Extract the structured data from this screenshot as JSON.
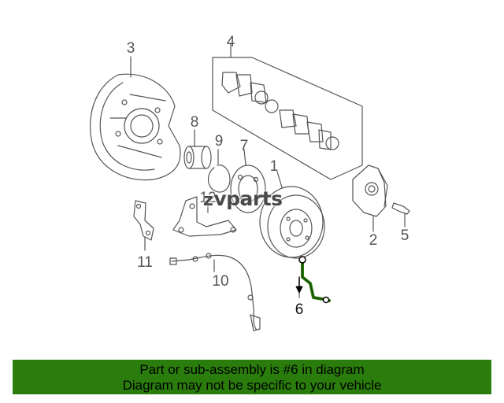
{
  "callouts": {
    "c1": "1",
    "c2": "2",
    "c3": "3",
    "c4": "4",
    "c5": "5",
    "c6": "6",
    "c7": "7",
    "c8": "8",
    "c9": "9",
    "c10": "10",
    "c11": "11",
    "c12": "12"
  },
  "watermark": {
    "symbol": "z",
    "text": "vparts"
  },
  "banner": {
    "line1": "Part or sub-assembly is #6 in diagram",
    "line2": "Diagram may not be specific to your vehicle"
  },
  "colors": {
    "line": "#555555",
    "highlight": "#2a7d0c",
    "banner_bg": "#2a7d0c"
  }
}
